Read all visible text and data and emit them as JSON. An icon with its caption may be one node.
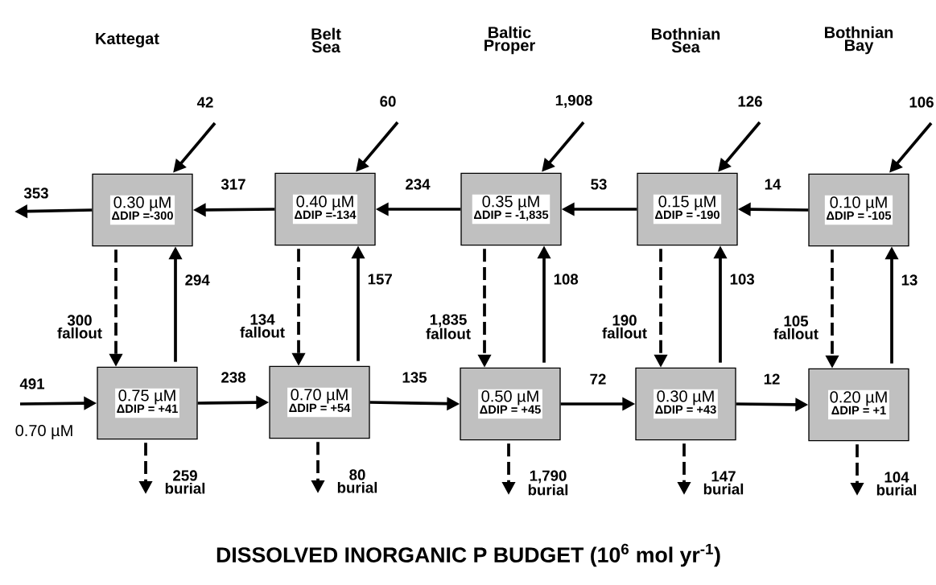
{
  "diagram": {
    "title": "DISSOLVED INORGANIC P BUDGET (10$^{6}$ mol yr$^{-1}$)",
    "nodes": [
      {
        "text": [
          "0.30 µM",
          "ΔDIP =-300"
        ]
      },
      {
        "text": [
          "0.40 µM",
          "ΔDIP =-134"
        ]
      },
      {
        "text": [
          "0.35 µM",
          "ΔDIP = -1,835"
        ]
      },
      {
        "text": [
          "0.15 µM",
          "ΔDIP = -190"
        ]
      },
      {
        "text": [
          "0.10 µM",
          "ΔDIP = -105"
        ]
      },
      {
        "text": [
          "0.75 µM",
          "ΔDIP = +41"
        ]
      },
      {
        "text": [
          "0.70 µM",
          "ΔDIP = +54"
        ]
      },
      {
        "text": [
          "0.50 µM",
          "ΔDIP = +45"
        ]
      },
      {
        "text": [
          "0.30 µM",
          "ΔDIP = +43"
        ]
      },
      {
        "text": [
          "0.20 µM",
          "ΔDIP = +1"
        ]
      }
    ],
    "edges": [
      {
        "from": null,
        "to": 0,
        "arrow": "to",
        "label": "42"
      },
      {
        "from": null,
        "to": 1,
        "arrow": "to",
        "label": "60"
      },
      {
        "from": null,
        "to": 2,
        "arrow": "to",
        "label": "1,908"
      },
      {
        "from": null,
        "to": 3,
        "arrow": "to",
        "label": "126"
      },
      {
        "from": null,
        "to": 4,
        "arrow": "to",
        "label": "106"
      },
      {
        "from": 0,
        "to": null,
        "arrow": "to",
        "label": "353"
      },
      {
        "from": 1,
        "to": 0,
        "arrow": "to",
        "label": "317"
      },
      {
        "from": 2,
        "to": 1,
        "arrow": "to",
        "label": "234"
      },
      {
        "from": 3,
        "to": 2,
        "arrow": "to",
        "label": "53"
      },
      {
        "from": 4,
        "to": 3,
        "arrow": "to",
        "label": "14"
      },
      {
        "from": 0,
        "to": 5,
        "arrow": "to",
        "label": "300 fallout",
        "style": "dashed"
      },
      {
        "from": 1,
        "to": 6,
        "arrow": "to",
        "label": "134 fallout",
        "style": "dashed"
      },
      {
        "from": 2,
        "to": 7,
        "arrow": "to",
        "label": "1,835 fallout",
        "style": "dashed"
      },
      {
        "from": 3,
        "to": 8,
        "arrow": "to",
        "label": "190 fallout",
        "style": "dashed"
      },
      {
        "from": 4,
        "to": 9,
        "arrow": "to",
        "label": "105 fallout",
        "style": "dashed"
      },
      {
        "from": 5,
        "to": 0,
        "arrow": "to",
        "label": "294"
      },
      {
        "from": 6,
        "to": 1,
        "arrow": "to",
        "label": "157"
      },
      {
        "from": 7,
        "to": 2,
        "arrow": "to",
        "label": "108"
      },
      {
        "from": 8,
        "to": 3,
        "arrow": "to",
        "label": "103"
      },
      {
        "from": 9,
        "to": 4,
        "arrow": "to",
        "label": "13"
      },
      {
        "from": null,
        "to": 5,
        "arrow": "to",
        "label": "491"
      },
      {
        "from": 5,
        "to": 6,
        "arrow": "to",
        "label": "238"
      },
      {
        "from": 6,
        "to": 7,
        "arrow": "to",
        "label": "135"
      },
      {
        "from": 7,
        "to": 8,
        "arrow": "to",
        "label": "72"
      },
      {
        "from": 8,
        "to": 9,
        "arrow": "to",
        "label": "12"
      },
      {
        "from": 5,
        "to": null,
        "arrow": "to",
        "label": "259 burial",
        "style": "dashed"
      },
      {
        "from": 6,
        "to": null,
        "arrow": "to",
        "label": "80 burial",
        "style": "dashed"
      },
      {
        "from": 7,
        "to": null,
        "arrow": "to",
        "label": "1,790 burial",
        "style": "dashed"
      },
      {
        "from": 8,
        "to": null,
        "arrow": "to",
        "label": "147 burial",
        "style": "dashed"
      },
      {
        "from": 9,
        "to": null,
        "arrow": "to",
        "label": "104 burial",
        "style": "dashed"
      }
    ],
    "labels": [
      "Kattegat",
      "Belt Sea",
      "Baltic Proper",
      "Bothnian Sea",
      "Bothnian Bay",
      "0.70 µM"
    ]
  }
}
